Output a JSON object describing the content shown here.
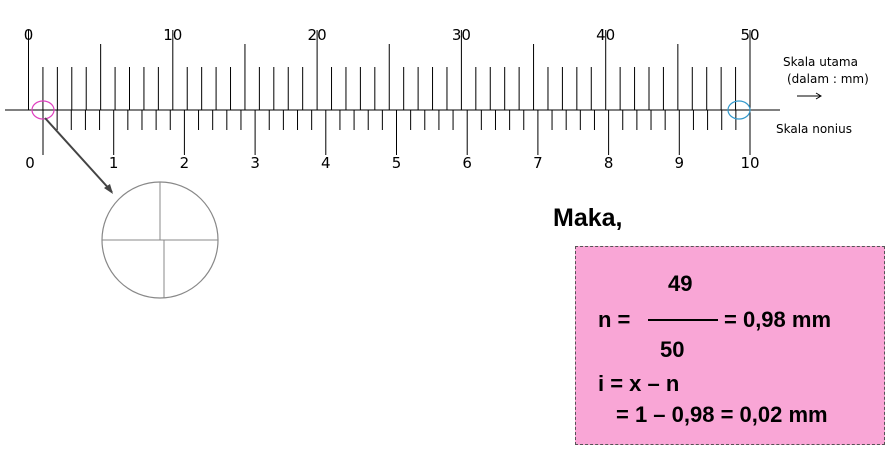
{
  "main_scale": {
    "labels": [
      "0",
      "10",
      "20",
      "30",
      "40",
      "50"
    ],
    "title": "Skala utama",
    "unit_note": "(dalam : mm)",
    "arrow_glyph": "→"
  },
  "vernier_scale": {
    "labels": [
      "0",
      "1",
      "2",
      "3",
      "4",
      "5",
      "6",
      "7",
      "8",
      "9",
      "10"
    ],
    "title": "Skala nonius"
  },
  "markers": {
    "zero_circle_color": "#e040c0",
    "end_circle_color": "#3399cc"
  },
  "result": {
    "heading": "Maka,",
    "n_label": "n =",
    "numerator": "49",
    "denominator": "50",
    "n_result": "= 0,98 mm",
    "i_line": "i = x – n",
    "i_result": "= 1 – 0,98 = 0,02 mm",
    "box_color": "#f9a6d6"
  }
}
